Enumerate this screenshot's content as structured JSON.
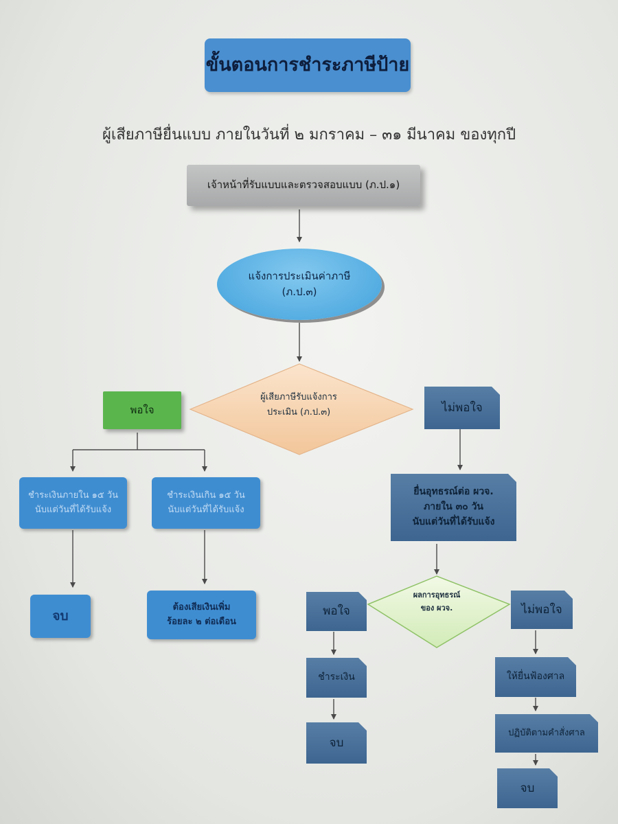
{
  "title": "ขั้นตอนการชำระภาษีป้าย",
  "subtitle": "ผู้เสียภาษียื่นแบบ ภายในวันที่ ๒ มกราคม – ๓๑ มีนาคม  ของทุกปี",
  "nodes": {
    "receive_form": "เจ้าหน้าที่รับแบบและตรวจสอบแบบ (ภ.ป.๑)",
    "notify_assessment": "แจ้งการประเมินค่าภาษี\n(ภ.ป.๓)",
    "taxpayer_receives": "ผู้เสียภาษีรับแจ้งการ\nประเมิน (ภ.ป.๓)",
    "satisfied": "พอใจ",
    "not_satisfied": "ไม่พอใจ",
    "pay_within_15": "ชำระเงินภายใน ๑๕ วัน\nนับแต่วันที่ได้รับแจ้ง",
    "pay_after_15": "ชำระเงินเกิน ๑๕ วัน\nนับแต่วันที่ได้รับแจ้ง",
    "end": "จบ",
    "surcharge": "ต้องเสียเงินเพิ่ม\nร้อยละ ๒ ต่อเดือน",
    "file_appeal": "ยื่นอุทธรณ์ต่อ ผวจ.\nภายใน ๓๐ วัน\nนับแต่วันที่ได้รับแจ้ง",
    "appeal_result": "ผลการอุทธรณ์\nของ ผวจ.",
    "pay": "ชำระเงิน",
    "file_lawsuit": "ให้ยื่นฟ้องศาล",
    "follow_court": "ปฏิบัติตามคำสั่งศาล"
  }
}
